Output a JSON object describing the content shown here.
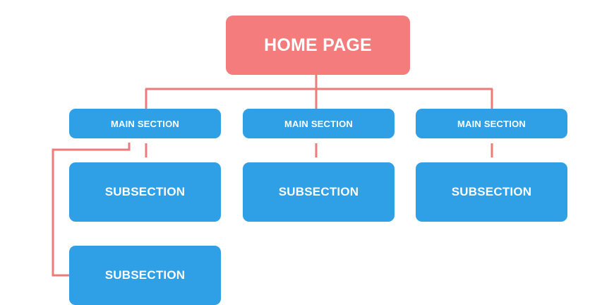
{
  "colors": {
    "home_fill": "#f47c7c",
    "section_fill": "#2f9fe6",
    "connector": "#ef7a7a"
  },
  "diagram": {
    "home_page": {
      "label": "HOME PAGE"
    },
    "main_sections": [
      {
        "label": "MAIN SECTION"
      },
      {
        "label": "MAIN SECTION"
      },
      {
        "label": "MAIN SECTION"
      }
    ],
    "subsections": [
      {
        "label": "SUBSECTION",
        "parent": 0
      },
      {
        "label": "SUBSECTION",
        "parent": 1
      },
      {
        "label": "SUBSECTION",
        "parent": 2
      },
      {
        "label": "SUBSECTION",
        "parent": 0
      }
    ]
  }
}
